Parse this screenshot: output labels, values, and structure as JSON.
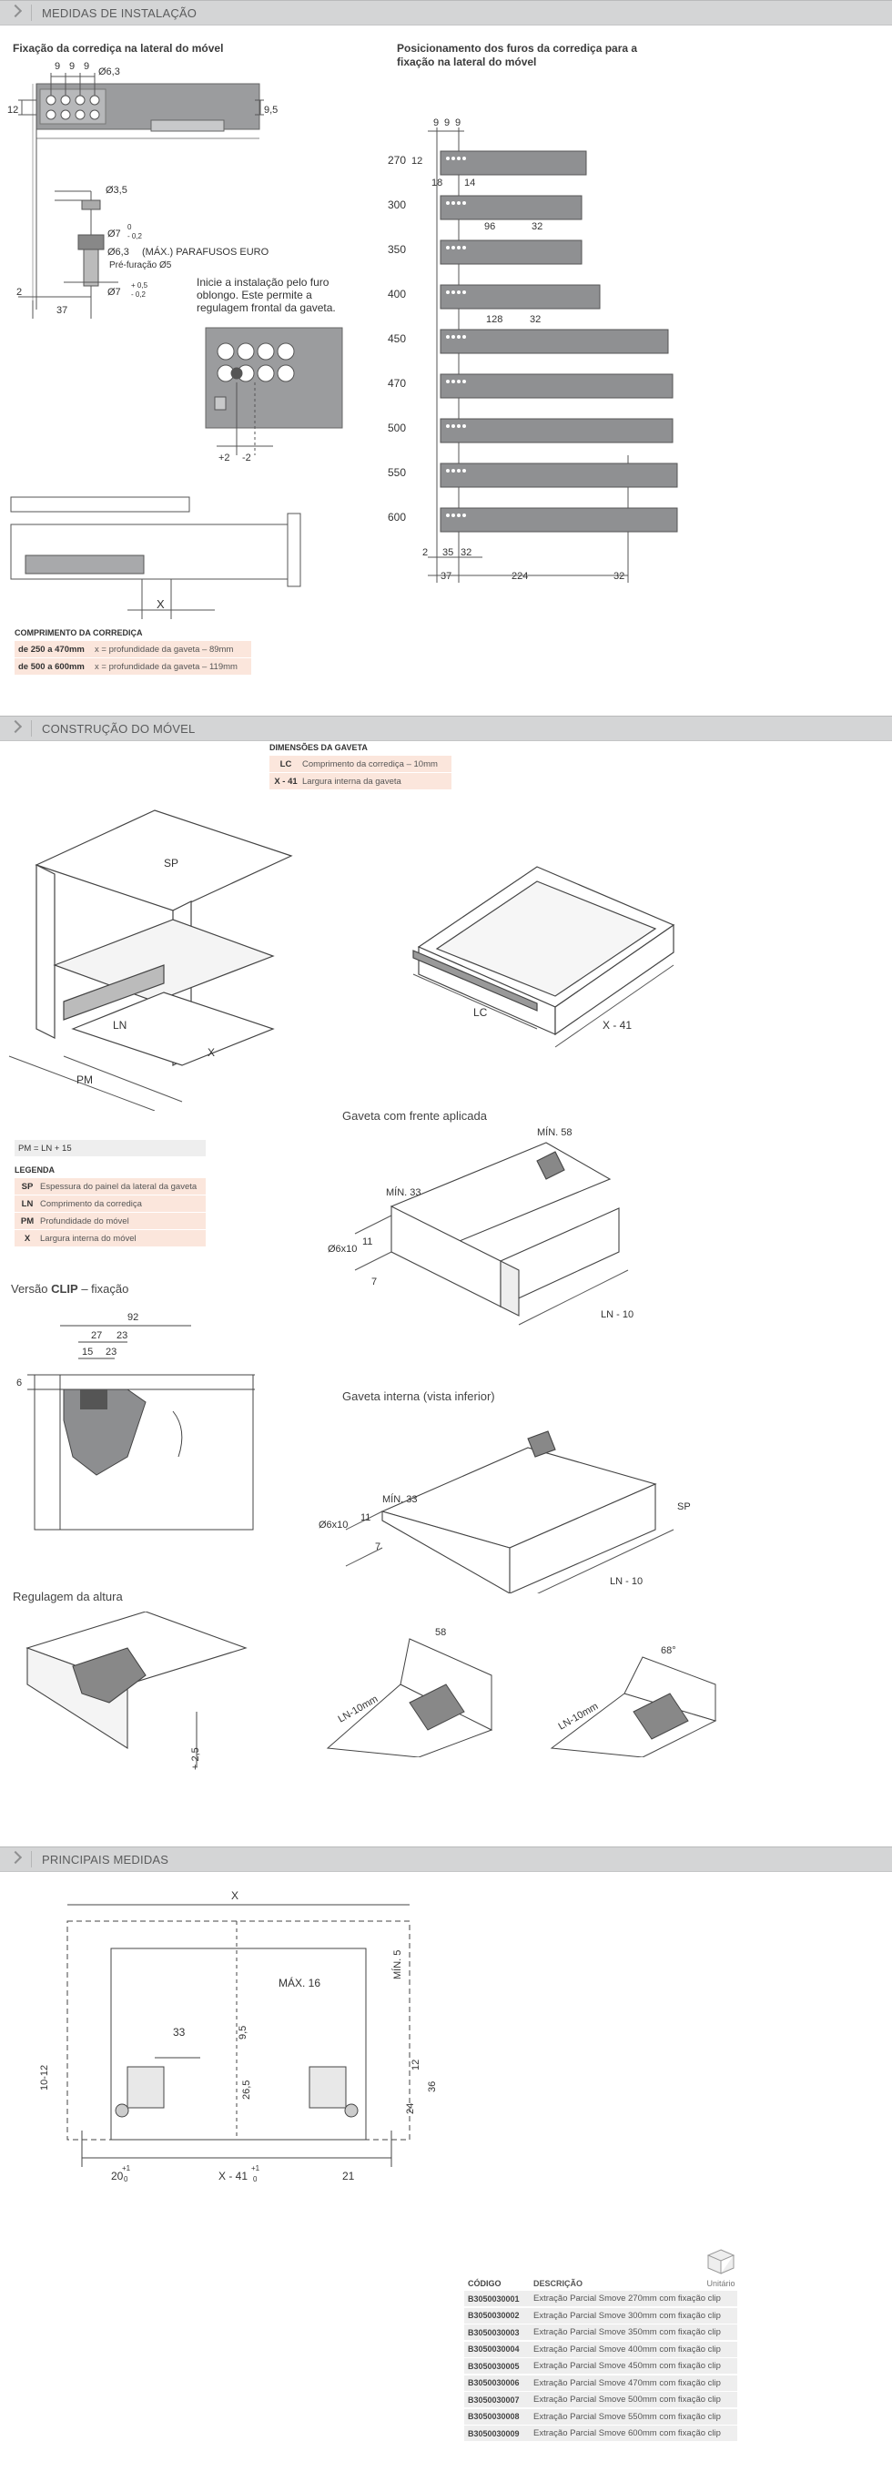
{
  "sections": {
    "s1": "MEDIDAS DE INSTALAÇÃO",
    "s2": "CONSTRUÇÃO DO MÓVEL",
    "s3": "PRINCIPAIS MEDIDAS"
  },
  "install": {
    "left_title": "Fixação da corrediça na lateral do móvel",
    "right_title_1": "Posicionamento dos furos da corrediça para a",
    "right_title_2": "fixação na lateral do móvel",
    "screw_label": "(MÁX.) PARAFUSOS EURO",
    "predrill": "Pré-furação Ø5",
    "note_1": "Inicie a instalação pelo furo",
    "note_2": "oblongo. Este permite a",
    "note_3": "regulagem frontal da gaveta.",
    "dims_top": [
      "9",
      "9",
      "9",
      "Ø6,3",
      "12",
      "9,5"
    ],
    "dims_side": [
      "Ø3,5",
      "Ø7",
      "Ø6,3",
      "Ø7",
      "2",
      "37"
    ],
    "tol_1a": "0",
    "tol_1b": "- 0,2",
    "tol_2a": "+ 0,5",
    "tol_2b": "- 0,2",
    "adjust": [
      "+2",
      "-2"
    ],
    "x_label": "X",
    "lengths": [
      "270",
      "300",
      "350",
      "400",
      "450",
      "470",
      "500",
      "550",
      "600"
    ],
    "right_dims": [
      "9",
      "9",
      "9",
      "12",
      "18",
      "14",
      "96",
      "32",
      "128",
      "32",
      "2",
      "35",
      "32",
      "37",
      "224",
      "32"
    ]
  },
  "length_table": {
    "title": "COMPRIMENTO DA CORREDIÇA",
    "rows": [
      {
        "k": "de 250 a 470mm",
        "v": "x = profundidade da gaveta – 89mm"
      },
      {
        "k": "de 500 a 600mm",
        "v": "x = profundidade da gaveta – 119mm"
      }
    ]
  },
  "drawer_dims": {
    "title": "DIMENSÕES DA GAVETA",
    "rows": [
      {
        "k": "LC",
        "v": "Comprimento da corrediça – 10mm"
      },
      {
        "k": "X - 41",
        "v": "Largura interna da gaveta"
      }
    ]
  },
  "construction": {
    "labels": [
      "SP",
      "LN",
      "X",
      "PM",
      "LC",
      "X - 41"
    ],
    "pm_formula": "PM = LN + 15",
    "legend_title": "LEGENDA",
    "legend": [
      {
        "k": "SP",
        "v": "Espessura do painel da lateral da gaveta"
      },
      {
        "k": "LN",
        "v": "Comprimento da corrediça"
      },
      {
        "k": "PM",
        "v": "Profundidade do móvel"
      },
      {
        "k": "X",
        "v": "Largura interna do móvel"
      }
    ],
    "cap_front": "Gaveta com frente aplicada",
    "cap_internal": "Gaveta interna (vista inferior)",
    "clip_pre": "Versão ",
    "clip_bold": "CLIP",
    "clip_post": " – fixação",
    "height_adj": "Regulagem da altura",
    "front_dims": [
      "MÍN. 58",
      "MÍN. 33",
      "11",
      "Ø6x10",
      "7",
      "LN - 10"
    ],
    "internal_dims": [
      "MÍN. 33",
      "11",
      "Ø6x10",
      "7",
      "LN - 10",
      "SP"
    ],
    "clip_dims": [
      "92",
      "27",
      "23",
      "15",
      "23",
      "6"
    ],
    "adj_dims": [
      "+ 2,5",
      "58",
      "LN-10mm",
      "LN-10mm",
      "68°"
    ]
  },
  "main_dims": {
    "labels": [
      "X",
      "MÍN. 5",
      "MÁX. 16",
      "33",
      "9,5",
      "10-12",
      "26,5",
      "12",
      "36",
      "24",
      "20",
      "X - 41",
      "21"
    ],
    "sup_1": "+1",
    "sub_1": "0",
    "sup_2": "+1",
    "sub_2": "0"
  },
  "products": {
    "unit_label": "Unitário",
    "h_code": "CÓDIGO",
    "h_desc": "DESCRIÇÃO",
    "rows": [
      {
        "code": "B3050030001",
        "desc": "Extração Parcial Smove 270mm com fixação clip"
      },
      {
        "code": "B3050030002",
        "desc": "Extração Parcial Smove 300mm com fixação clip"
      },
      {
        "code": "B3050030003",
        "desc": "Extração Parcial Smove 350mm com fixação clip"
      },
      {
        "code": "B3050030004",
        "desc": "Extração Parcial Smove 400mm com fixação clip"
      },
      {
        "code": "B3050030005",
        "desc": "Extração Parcial Smove 450mm com fixação clip"
      },
      {
        "code": "B3050030006",
        "desc": "Extração Parcial Smove 470mm com fixação clip"
      },
      {
        "code": "B3050030007",
        "desc": "Extração Parcial Smove 500mm com fixação clip"
      },
      {
        "code": "B3050030008",
        "desc": "Extração Parcial Smove 550mm com fixação clip"
      },
      {
        "code": "B3050030009",
        "desc": "Extração Parcial Smove 600mm com fixação clip"
      }
    ]
  }
}
